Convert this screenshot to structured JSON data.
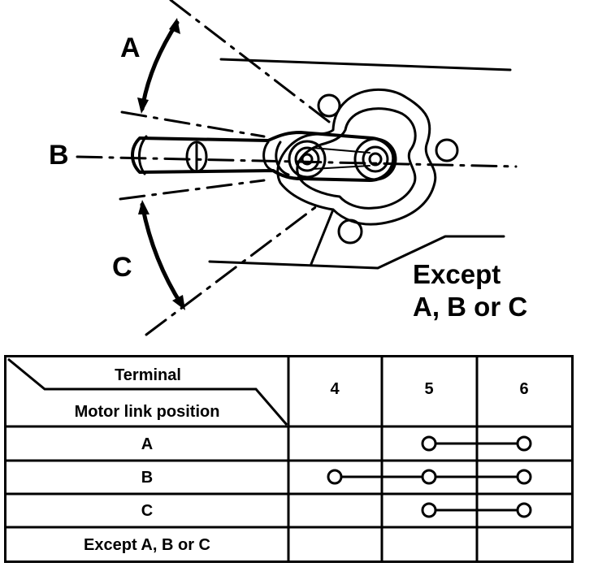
{
  "diagram": {
    "angle_labels": [
      "A",
      "B",
      "C"
    ],
    "except_label_line1": "Except",
    "except_label_line2": "A, B or C"
  },
  "table": {
    "header_terminal": "Terminal",
    "header_position": "Motor link position",
    "terminals": [
      "4",
      "5",
      "6"
    ],
    "rows": [
      {
        "label": "A",
        "connected": [
          "5",
          "6"
        ]
      },
      {
        "label": "B",
        "connected": [
          "4",
          "5",
          "6"
        ]
      },
      {
        "label": "C",
        "connected": [
          "5",
          "6"
        ]
      },
      {
        "label": "Except A, B or C",
        "connected": []
      }
    ]
  },
  "colors": {
    "ink": "#000000",
    "paper": "#ffffff"
  }
}
